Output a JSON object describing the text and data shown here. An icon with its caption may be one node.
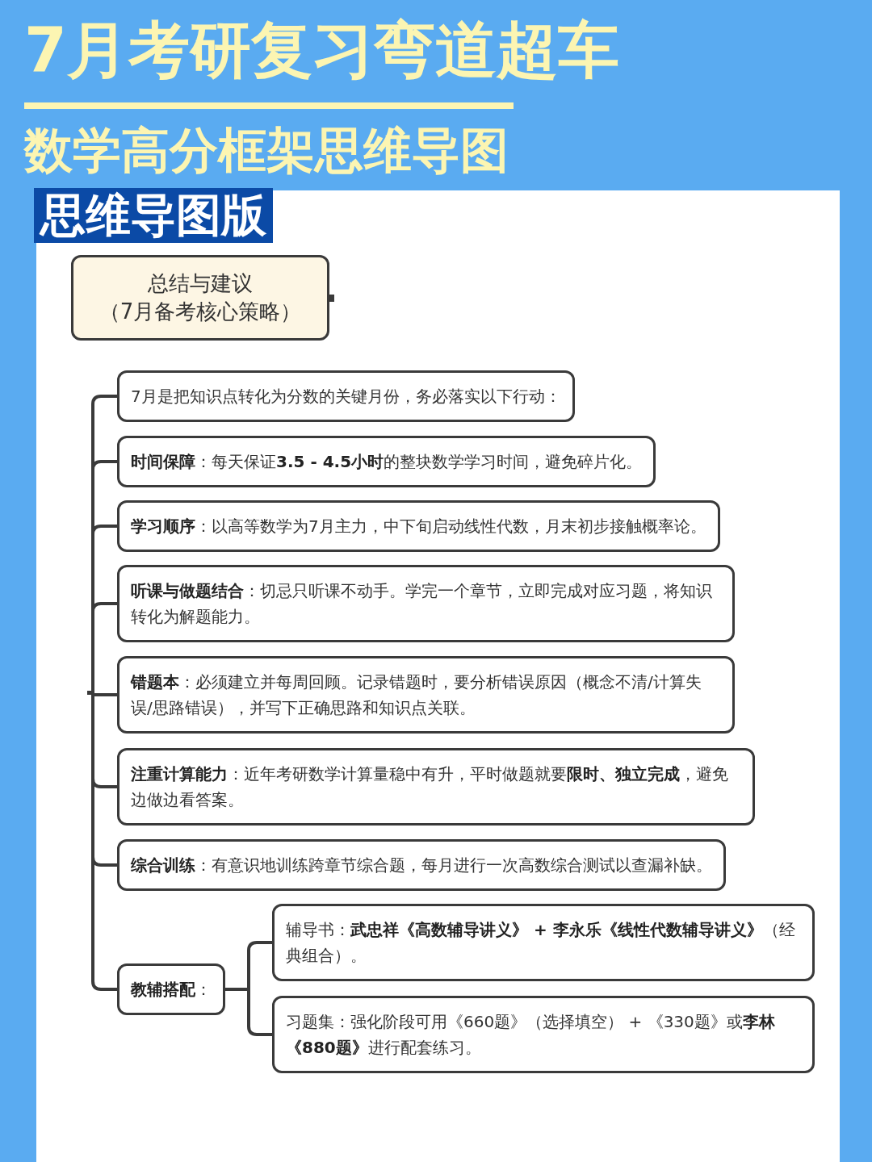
{
  "diagram": {
    "title": "7月考研复习弯道超车",
    "nodes": [
      {
        "text": [
          "总结与建议",
          "（7月备考核心策略）"
        ]
      },
      {
        "text": [
          "7月是把知识点转化为分数的关键月份，务必落实以下行动："
        ]
      },
      {
        "text": [
          "**时间保障**：每天保证**3.5 - 4.5小时**的整块数学学习时间，避免碎片化。"
        ]
      },
      {
        "text": [
          "**学习顺序**：以高等数学为7月主力，中下旬启动线性代数，月末初步接触概率论。"
        ]
      },
      {
        "text": [
          "**听课与做题结合**：切忌只听课不动手。学完一个章节，立即完成对应习题，将知识转化为解题能力。"
        ]
      },
      {
        "text": [
          "**错题本**：必须建立并每周回顾。记录错题时，要分析错误原因（概念不清/计算失误/思路错误），并写下正确思路和知识点关联。"
        ]
      },
      {
        "text": [
          "**注重计算能力**：近年考研数学计算量稳中有升，平时做题就要**限时、独立完成**，避免边做边看答案。"
        ]
      },
      {
        "text": [
          "**综合训练**：有意识地训练跨章节综合题，每月进行一次高数综合测试以查漏补缺。"
        ]
      },
      {
        "text": [
          "**教辅搭配**："
        ]
      },
      {
        "text": [
          "辅导书：**武忠祥《高数辅导讲义》 + 李永乐《线性代数辅导讲义》**（经典组合）。"
        ]
      },
      {
        "text": [
          "习题集：强化阶段可用《660题》（选择填空） + 《330题》或**李林《880题》**进行配套练习。"
        ]
      }
    ],
    "edges": [
      {
        "from": null,
        "to": 1,
        "arrow": "none"
      },
      {
        "from": null,
        "to": 2,
        "arrow": "none"
      },
      {
        "from": null,
        "to": 3,
        "arrow": "none"
      },
      {
        "from": null,
        "to": 4,
        "arrow": "none"
      },
      {
        "from": null,
        "to": 5,
        "arrow": "none"
      },
      {
        "from": null,
        "to": 6,
        "arrow": "none"
      },
      {
        "from": null,
        "to": 7,
        "arrow": "none"
      },
      {
        "from": null,
        "to": 8,
        "arrow": "none"
      },
      {
        "from": 8,
        "to": 9,
        "arrow": "none"
      },
      {
        "from": 8,
        "to": 10,
        "arrow": "none"
      }
    ],
    "labels": [
      "数学高分框架思维导图",
      "思维导图版"
    ]
  }
}
